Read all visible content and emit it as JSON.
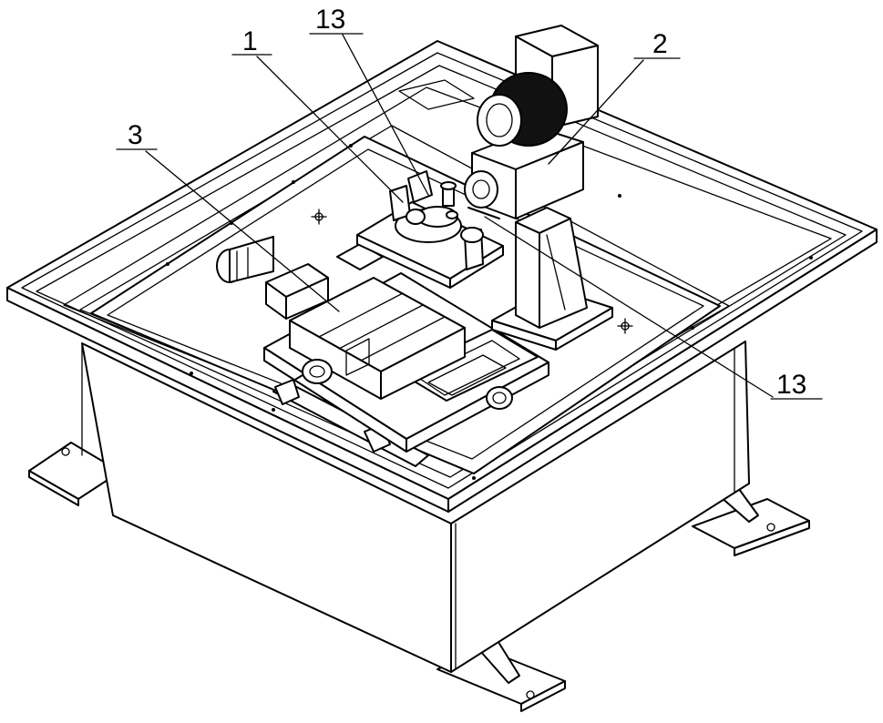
{
  "figure": {
    "description_labels": [
      {
        "id": "label-1",
        "text": "1"
      },
      {
        "id": "label-2",
        "text": "2"
      },
      {
        "id": "label-3",
        "text": "3"
      },
      {
        "id": "label-13-top",
        "text": "13"
      },
      {
        "id": "label-13-right",
        "text": "13"
      }
    ]
  },
  "colors": {
    "line": "#000000",
    "background": "#ffffff"
  }
}
